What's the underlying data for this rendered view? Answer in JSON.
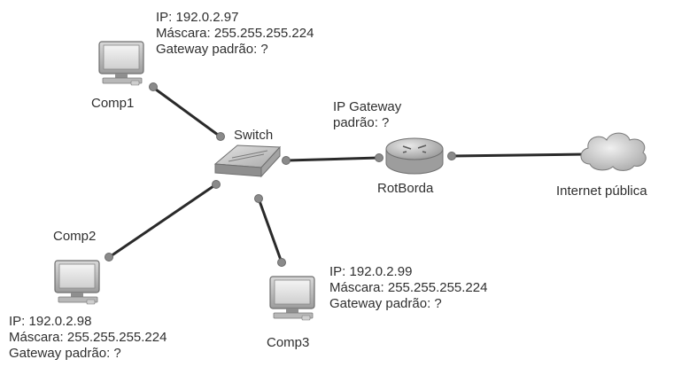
{
  "devices": {
    "comp1": {
      "name": "Comp1",
      "info": [
        "IP: 192.0.2.97",
        "Máscara: 255.255.255.224",
        "Gateway padrão: ?"
      ]
    },
    "comp2": {
      "name": "Comp2",
      "info": [
        "IP: 192.0.2.98",
        "Máscara: 255.255.255.224",
        "Gateway padrão: ?"
      ]
    },
    "comp3": {
      "name": "Comp3",
      "info": [
        "IP: 192.0.2.99",
        "Máscara: 255.255.255.224",
        "Gateway padrão: ?"
      ]
    },
    "switch": {
      "name": "Switch"
    },
    "router": {
      "name": "RotBorda",
      "info": [
        "IP Gateway",
        "padrão: ?"
      ]
    },
    "internet": {
      "name": "Internet pública"
    }
  },
  "colors": {
    "link": "#2a2a2a",
    "link_endpoint": "#8a8a8a",
    "text": "#2f2f2f"
  }
}
